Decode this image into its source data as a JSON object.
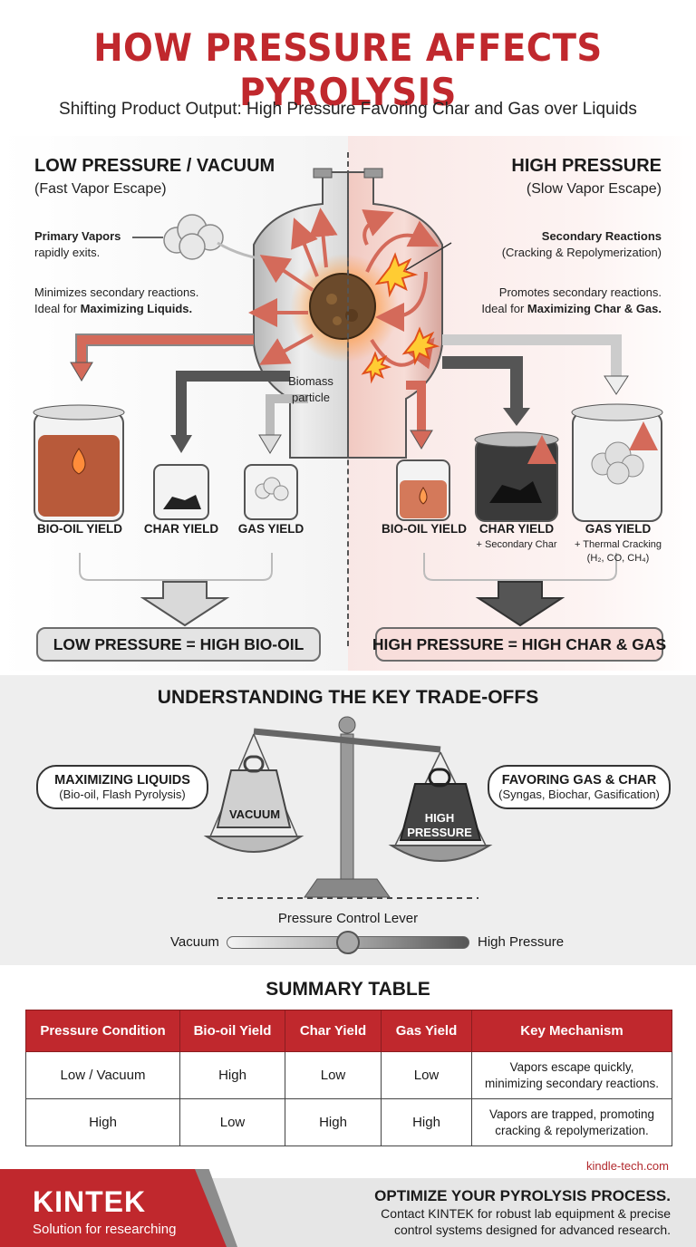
{
  "header": {
    "title": "HOW PRESSURE AFFECTS PYROLYSIS",
    "subtitle": "Shifting Product Output: High Pressure Favoring Char and Gas over Liquids"
  },
  "low_side": {
    "title": "LOW PRESSURE / VACUUM",
    "subtitle": "(Fast Vapor Escape)",
    "vapors_title": "Primary Vapors",
    "vapors_text": "rapidly exits.",
    "note_line1": "Minimizes secondary reactions.",
    "note_line2_prefix": "Ideal for ",
    "note_line2_bold": "Maximizing Liquids.",
    "biomass_line1": "Biomass",
    "biomass_line2": "particle",
    "yields": [
      "BIO-OIL YIELD",
      "CHAR YIELD",
      "GAS YIELD"
    ],
    "result": "LOW PRESSURE = HIGH BIO-OIL"
  },
  "high_side": {
    "title": "HIGH PRESSURE",
    "subtitle": "(Slow Vapor Escape)",
    "reactions_title": "Secondary Reactions",
    "reactions_text": "(Cracking & Repolymerization)",
    "note_line1": "Promotes secondary reactions.",
    "note_line2_prefix": "Ideal for ",
    "note_line2_bold": "Maximizing Char & Gas.",
    "yields": [
      "BIO-OIL YIELD",
      "CHAR YIELD",
      "GAS YIELD"
    ],
    "char_note": "+ Secondary Char",
    "gas_note": "+ Thermal Cracking",
    "gas_species": "(H₂, CO, CH₄)",
    "result": "HIGH PRESSURE = HIGH CHAR & GAS"
  },
  "tradeoffs": {
    "title": "UNDERSTANDING THE KEY TRADE-OFFS",
    "left_bubble_title": "MAXIMIZING LIQUIDS",
    "left_bubble_sub": "(Bio-oil, Flash Pyrolysis)",
    "right_bubble_title": "FAVORING GAS & CHAR",
    "right_bubble_sub": "(Syngas, Biochar, Gasification)",
    "weight_left": "VACUUM",
    "weight_right_line1": "HIGH",
    "weight_right_line2": "PRESSURE",
    "lever_label": "Pressure Control Lever",
    "lever_min": "Vacuum",
    "lever_max": "High Pressure",
    "lever_position": 0.5
  },
  "summary": {
    "title": "SUMMARY TABLE",
    "columns": [
      "Pressure Condition",
      "Bio-oil Yield",
      "Char Yield",
      "Gas Yield",
      "Key Mechanism"
    ],
    "rows": [
      [
        "Low / Vacuum",
        "High",
        "Low",
        "Low",
        "Vapors escape quickly,",
        "minimizing secondary reactions."
      ],
      [
        "High",
        "Low",
        "High",
        "High",
        "Vapors are trapped, promoting",
        "cracking & repolymerization."
      ]
    ]
  },
  "footer": {
    "website": "kindle-tech.com",
    "brand": "KINTEK",
    "tagline": "Solution for researching",
    "cta_title": "OPTIMIZE YOUR PYROLYSIS PROCESS.",
    "cta_line1": "Contact KINTEK for robust lab equipment & precise",
    "cta_line2": "control systems designed for advanced research."
  },
  "colors": {
    "accent_red": "#c0282d",
    "arrow_red": "#d46a5a",
    "bio_oil": "#b85a3a",
    "char": "#2a2a2a"
  }
}
